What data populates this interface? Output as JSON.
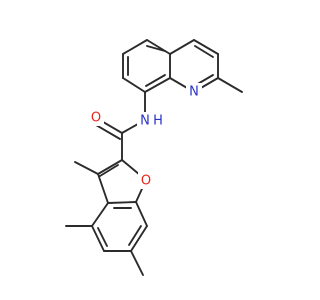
{
  "structure": {
    "colors": {
      "bond": "#2b2b2b",
      "oxygen": "#e8251a",
      "nitrogen": "#2a33c9",
      "background": "#ffffff"
    },
    "atom_labels": {
      "amide_oxygen": "O",
      "amide_nitrogen_n": "N",
      "amide_nitrogen_h": "H",
      "quinoline_nitrogen": "N",
      "furan_oxygen": "O"
    }
  }
}
